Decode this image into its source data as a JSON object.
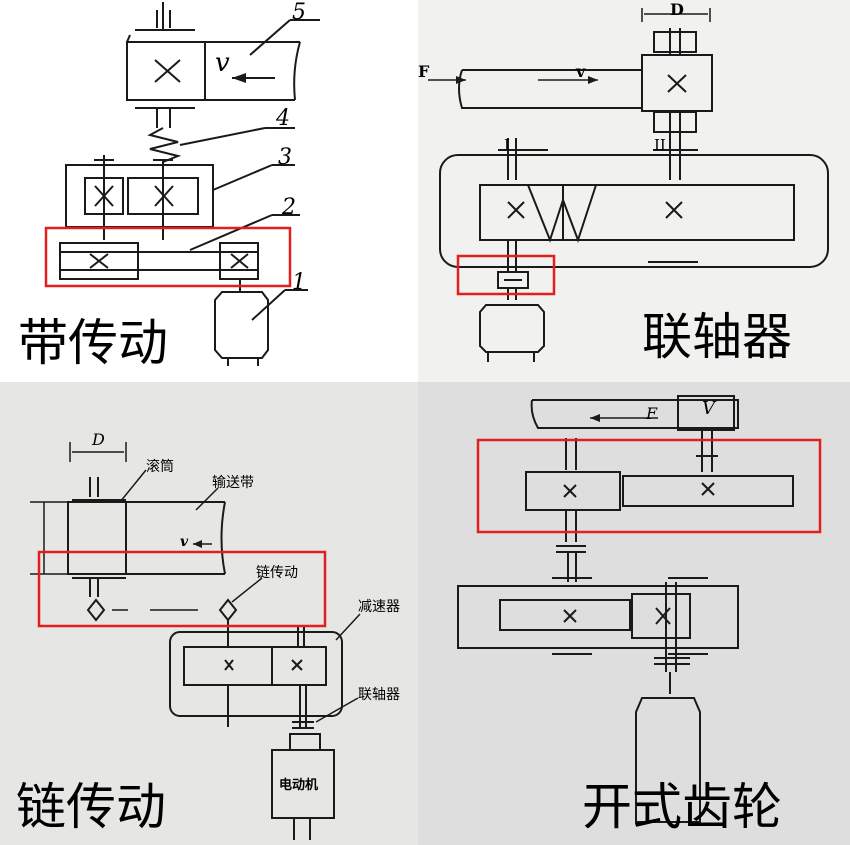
{
  "colors": {
    "highlight": "#e0201e",
    "line": "#1a1a1a",
    "paper_tl": "#ffffff",
    "paper_tr": "#f1f1ef",
    "paper_bl": "#e6e6e4",
    "paper_br": "#dedede"
  },
  "panels": [
    {
      "caption": "带传动",
      "labels": {
        "n5": "5",
        "n4": "4",
        "n3": "3",
        "n2": "2",
        "n1": "1",
        "v": "v"
      }
    },
    {
      "caption": "联轴器",
      "labels": {
        "D": "D",
        "F": "F",
        "v": "v",
        "shaft1": "I",
        "shaft2": "II"
      }
    },
    {
      "caption": "链传动",
      "labels": {
        "D": "D",
        "drum": "滚筒",
        "belt": "输送带",
        "v": "v",
        "chain": "链传动",
        "reducer": "减速器",
        "coupling": "联轴器",
        "motor": "电动机"
      }
    },
    {
      "caption": "开式齿轮",
      "labels": {
        "F": "F",
        "v": "V"
      }
    }
  ]
}
